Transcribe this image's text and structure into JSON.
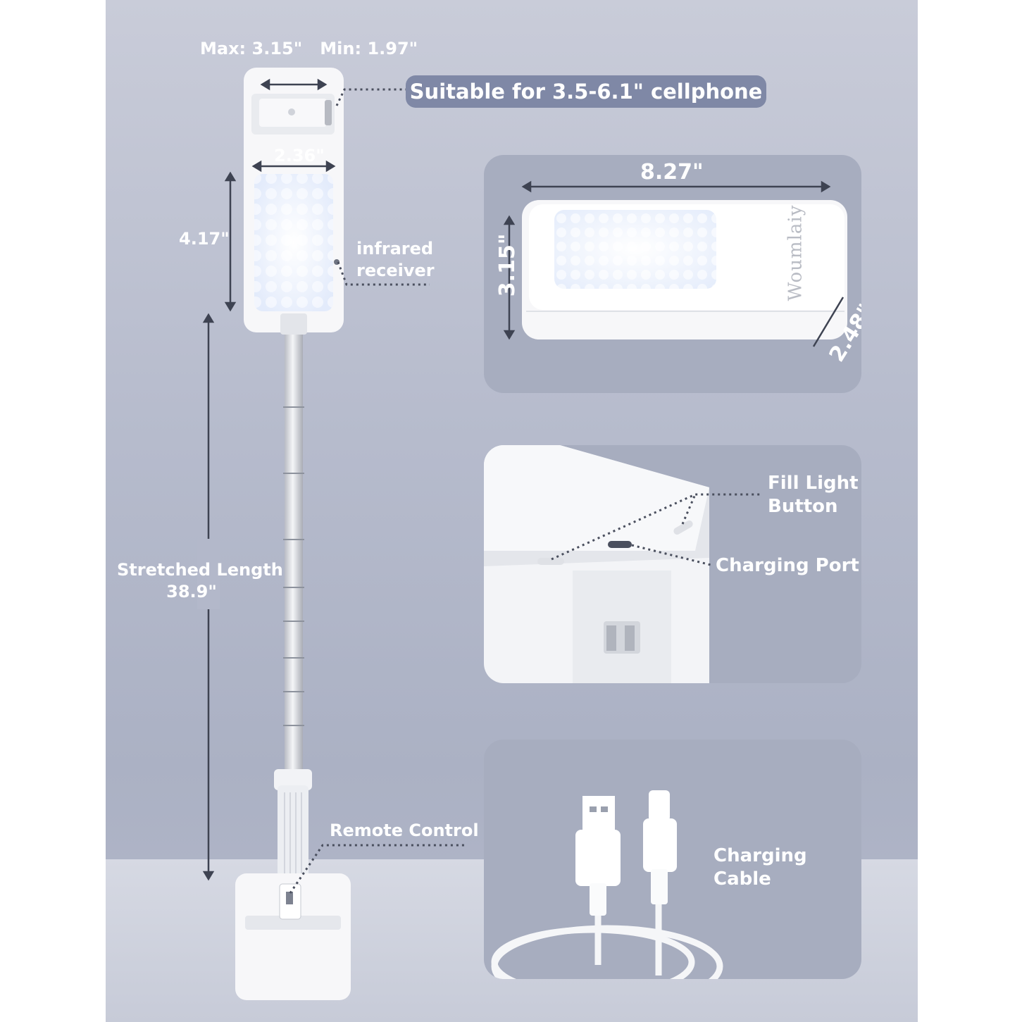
{
  "phone_clamp": {
    "range": "Max: 3.15\"   Min: 1.97\"",
    "compat": "Suitable for 3.5-6.1\" cellphone"
  },
  "light_head": {
    "width": "2.36\"",
    "height": "4.17\"",
    "sensor_label": "infrared\nreceiver"
  },
  "pole": {
    "length_label": "Stretched Length\n38.9\""
  },
  "base": {
    "remote_label": "Remote Control"
  },
  "dimensions_panel": {
    "length": "8.27\"",
    "height": "3.15\"",
    "depth": "2.48\"",
    "brand": "Woumlaiy"
  },
  "buttons_panel": {
    "fill_light": "Fill Light\nButton",
    "charging_port": "Charging Port"
  },
  "cable_panel": {
    "label": "Charging\nCable"
  },
  "colors": {
    "pill": "#7f88a6",
    "panel": "#a7adbf",
    "device": "#f7f7f9"
  }
}
